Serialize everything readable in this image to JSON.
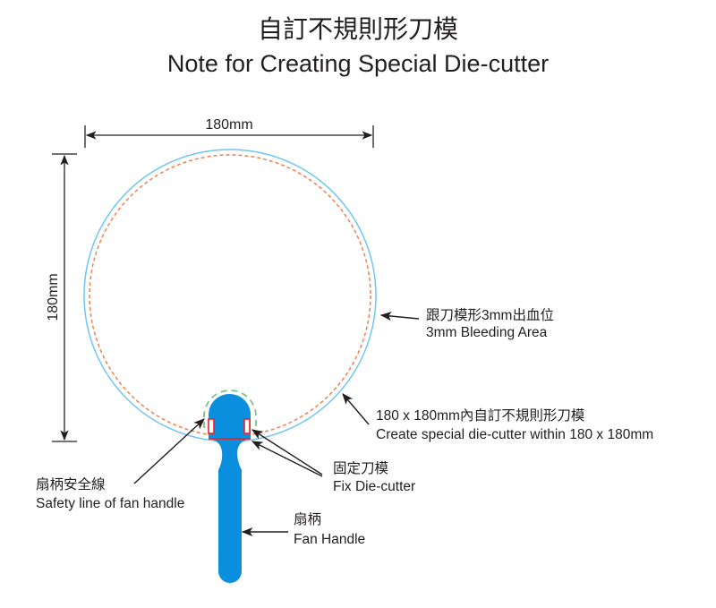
{
  "title_zh": "自訂不規則形刀模",
  "title_en": "Note for Creating Special Die-cutter",
  "dimensions": {
    "width_label": "180mm",
    "height_label": "180mm"
  },
  "labels": {
    "bleed_zh": "跟刀模形3mm出血位",
    "bleed_en": "3mm Bleeding Area",
    "area_zh": "180 x 180mm內自訂不規則形刀模",
    "area_en": "Create special die-cutter within 180 x 180mm",
    "fix_zh": "固定刀模",
    "fix_en": "Fix Die-cutter",
    "safety_zh": "扇柄安全線",
    "safety_en": "Safety line of fan handle",
    "handle_zh": "扇柄",
    "handle_en": "Fan Handle"
  },
  "colors": {
    "bleed": "#6ec6f0",
    "cut": "#f07f4f",
    "safety": "#7cc48a",
    "handle": "#0a8fdf",
    "fix": "#e8242a"
  }
}
